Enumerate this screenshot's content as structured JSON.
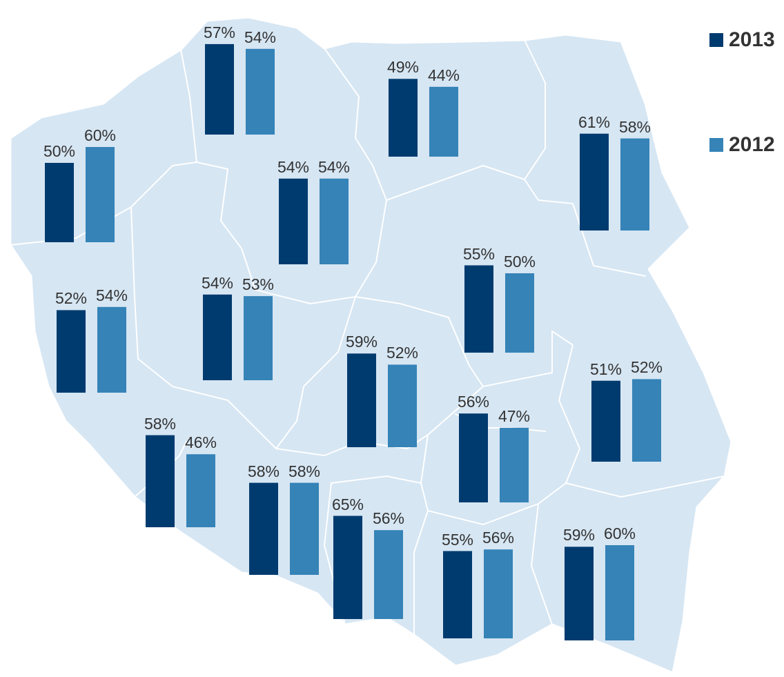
{
  "chart_data": {
    "type": "bar",
    "legend": {
      "position": "top-right",
      "entries": [
        {
          "key": "y2013",
          "label": "2013",
          "color": "#003b6f"
        },
        {
          "key": "y2012",
          "label": "2012",
          "color": "#3583b7"
        }
      ]
    },
    "value_suffix": "%",
    "regions": [
      {
        "y2013": 57,
        "y2012": 54
      },
      {
        "y2013": 49,
        "y2012": 44
      },
      {
        "y2013": 61,
        "y2012": 58
      },
      {
        "y2013": 50,
        "y2012": 60
      },
      {
        "y2013": 54,
        "y2012": 54
      },
      {
        "y2013": 55,
        "y2012": 50
      },
      {
        "y2013": 52,
        "y2012": 54
      },
      {
        "y2013": 54,
        "y2012": 53
      },
      {
        "y2013": 59,
        "y2012": 52
      },
      {
        "y2013": 51,
        "y2012": 52
      },
      {
        "y2013": 56,
        "y2012": 47
      },
      {
        "y2013": 58,
        "y2012": 46
      },
      {
        "y2013": 58,
        "y2012": 58
      },
      {
        "y2013": 65,
        "y2012": 56
      },
      {
        "y2013": 55,
        "y2012": 56
      },
      {
        "y2013": 59,
        "y2012": 60
      }
    ]
  },
  "colors": {
    "map_fill": "#d6e6f3",
    "map_border": "#ffffff",
    "label_text": "#333333"
  }
}
